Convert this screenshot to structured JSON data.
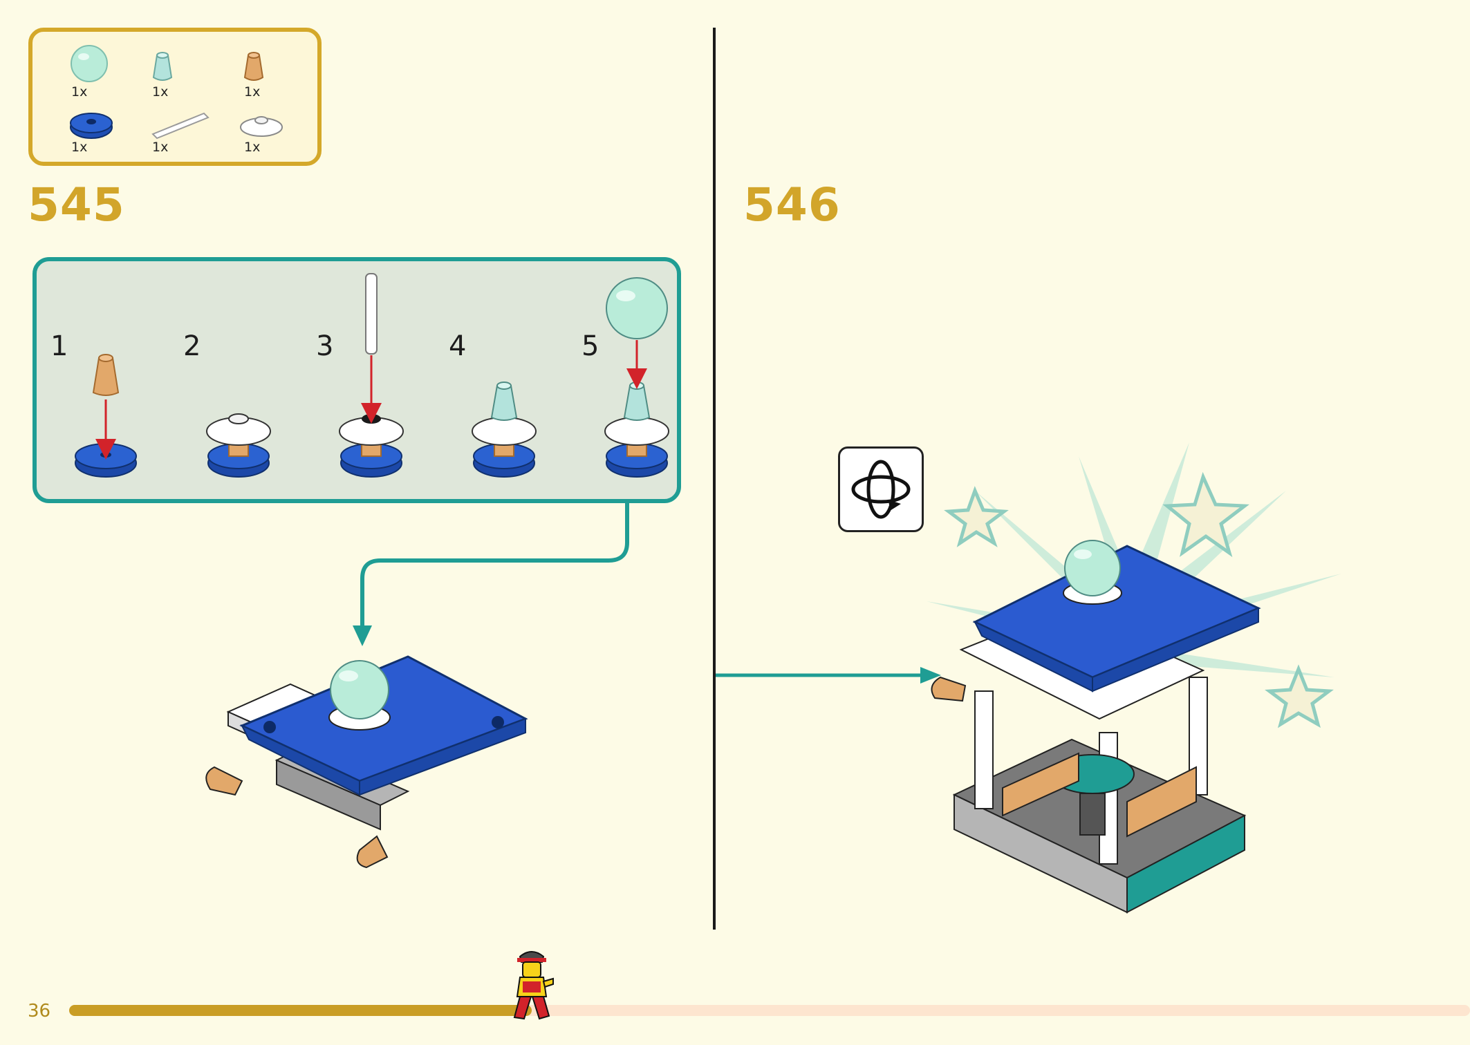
{
  "page_number": "36",
  "progress": 0.33,
  "colors": {
    "accent_gold": "#d2a52a",
    "teal": "#1f9d94",
    "callout_arrow": "#d2232a",
    "background": "#fdfbe6"
  },
  "parts_list": [
    {
      "name": "trans-light-blue-dome-icon",
      "qty": "1x"
    },
    {
      "name": "trans-light-blue-cone-icon",
      "qty": "1x"
    },
    {
      "name": "tan-cone-icon",
      "qty": "1x"
    },
    {
      "name": "blue-round-plate-icon",
      "qty": "1x"
    },
    {
      "name": "white-bar-icon",
      "qty": "1x"
    },
    {
      "name": "white-dish-icon",
      "qty": "1x"
    }
  ],
  "steps": {
    "left": {
      "number": "545"
    },
    "right": {
      "number": "546"
    }
  },
  "substeps": [
    "1",
    "2",
    "3",
    "4",
    "5"
  ],
  "icons": {
    "rotate": "rotate-model-icon",
    "minifig": "minifigure-runner-icon",
    "stars": "decorative-star-icon"
  }
}
